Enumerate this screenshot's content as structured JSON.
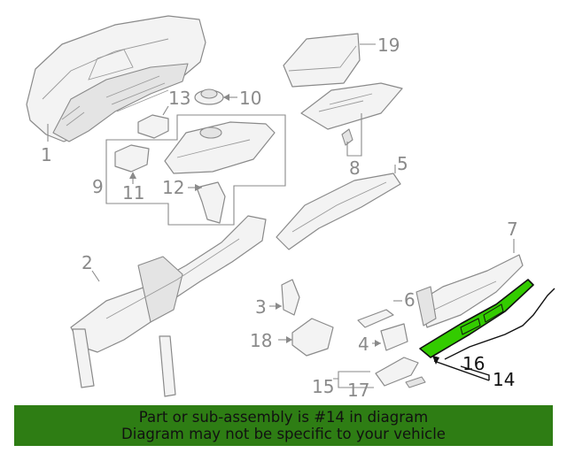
{
  "colors": {
    "highlight": "#33cc00",
    "banner": "#2e7d14",
    "line_gray": "#8a8a8a",
    "line_black": "#111111"
  },
  "callouts": {
    "c1": "1",
    "c2": "2",
    "c3": "3",
    "c4": "4",
    "c5": "5",
    "c6": "6",
    "c7": "7",
    "c8": "8",
    "c9": "9",
    "c10": "10",
    "c11": "11",
    "c12": "12",
    "c13": "13",
    "c14": "14",
    "c15": "15",
    "c16": "16",
    "c17": "17",
    "c18": "18",
    "c19": "19"
  },
  "highlighted_part": "14",
  "footer": {
    "line1": "Part or sub-assembly is #14 in diagram",
    "line2": "Diagram may not be specific to your vehicle"
  }
}
